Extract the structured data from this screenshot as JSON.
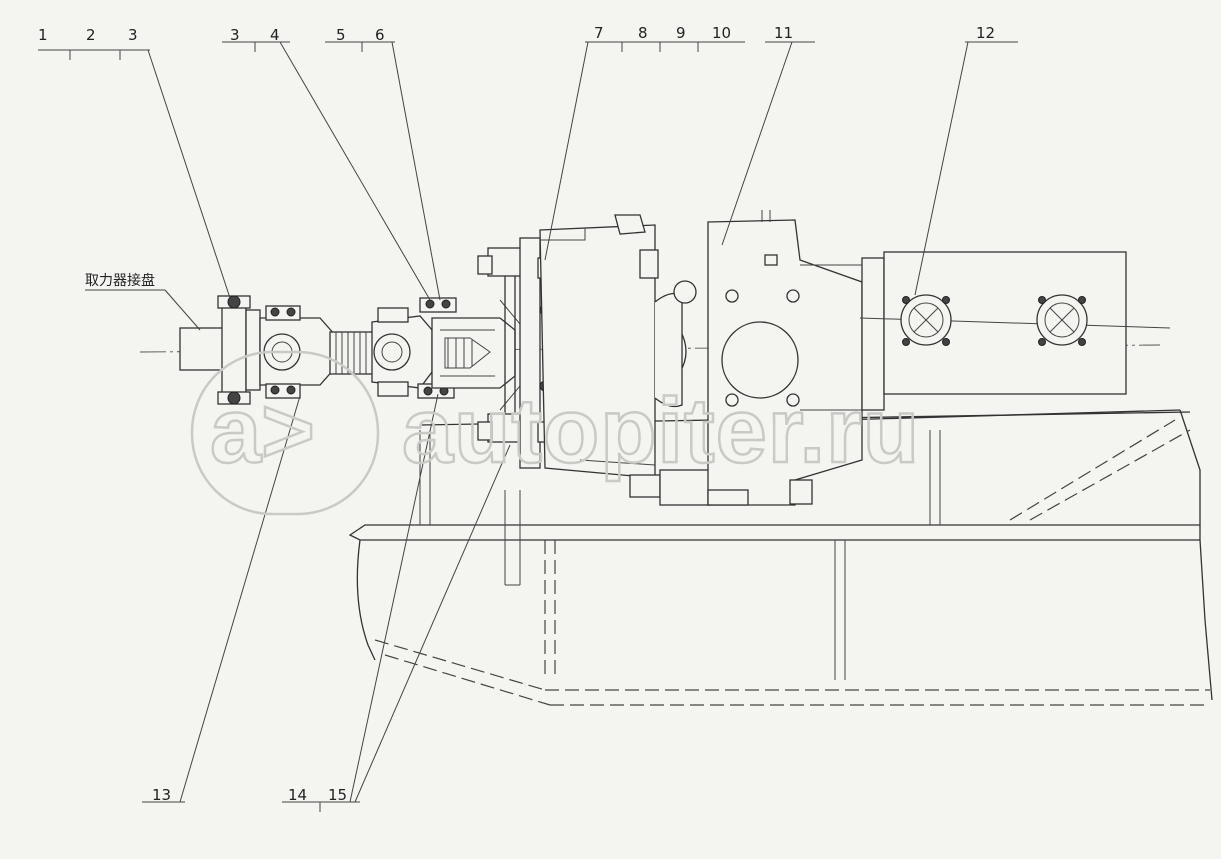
{
  "diagram": {
    "callouts_top": [
      {
        "id": "c1",
        "text": "1"
      },
      {
        "id": "c2",
        "text": "2"
      },
      {
        "id": "c3a",
        "text": "3"
      },
      {
        "id": "c3b",
        "text": "3"
      },
      {
        "id": "c4",
        "text": "4"
      },
      {
        "id": "c5",
        "text": "5"
      },
      {
        "id": "c6",
        "text": "6"
      },
      {
        "id": "c7",
        "text": "7"
      },
      {
        "id": "c8",
        "text": "8"
      },
      {
        "id": "c9",
        "text": "9"
      },
      {
        "id": "c10",
        "text": "10"
      },
      {
        "id": "c11",
        "text": "11"
      },
      {
        "id": "c12",
        "text": "12"
      }
    ],
    "callouts_bottom": [
      {
        "id": "c13",
        "text": "13"
      },
      {
        "id": "c14",
        "text": "14"
      },
      {
        "id": "c15",
        "text": "15"
      }
    ],
    "side_label": "取力器接盘",
    "watermark": {
      "logo": "a>",
      "text": "autopiter.ru"
    },
    "colors": {
      "line": "#333333",
      "paper": "#f4f4f1",
      "watermark": "#c9c9c6"
    }
  }
}
